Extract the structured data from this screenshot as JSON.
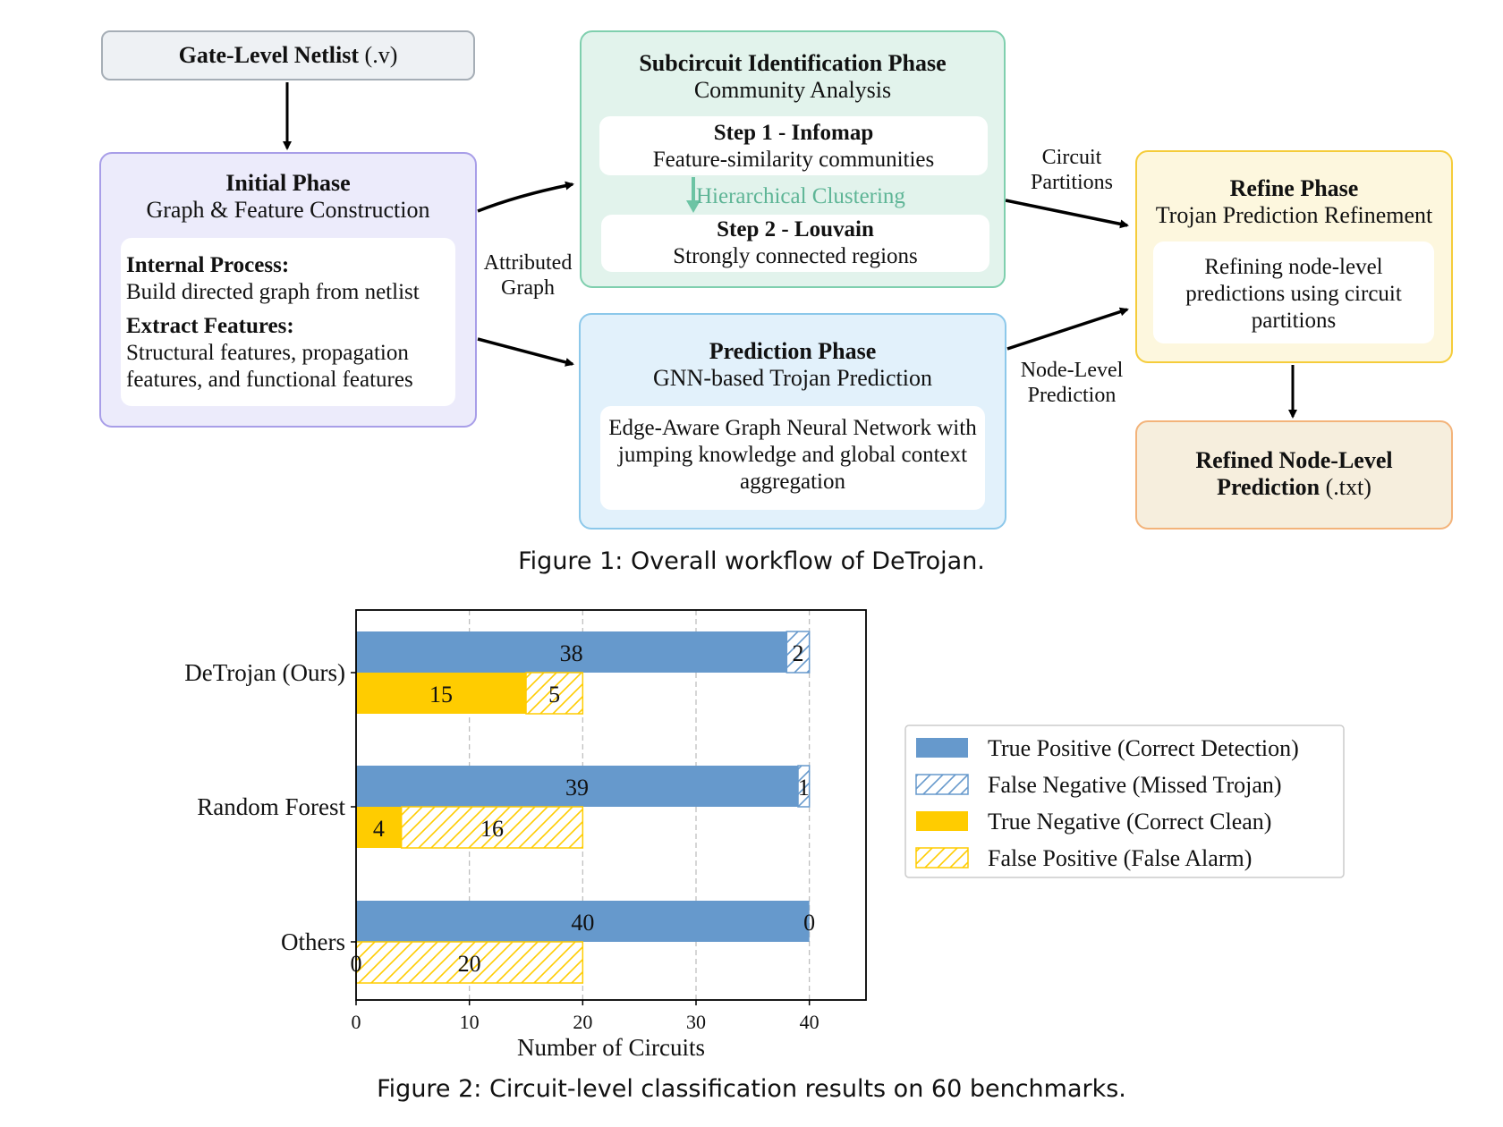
{
  "figure1": {
    "caption": "Figure 1: Overall workflow of DeTrojan.",
    "netlist": "Gate-Level Netlist (.v)",
    "netlist_bold": "Gate-Level Netlist",
    "netlist_rest": " (.v)",
    "initial": {
      "title": "Initial Phase",
      "subtitle": "Graph & Feature Construction",
      "internal_head": "Internal Process:",
      "internal_text": "Build directed graph from netlist",
      "extract_head": "Extract Features:",
      "extract_text_1": "Structural features, propagation",
      "extract_text_2": "features, and functional features"
    },
    "subcircuit": {
      "title": "Subcircuit Identification Phase",
      "subtitle": "Community Analysis",
      "step1_title": "Step 1 - Infomap",
      "step1_text": "Feature-similarity communities",
      "clustering": "Hierarchical Clustering",
      "step2_title": "Step 2 - Louvain",
      "step2_text": "Strongly connected regions"
    },
    "prediction": {
      "title": "Prediction Phase",
      "subtitle": "GNN-based Trojan Prediction",
      "text_1": "Edge-Aware Graph Neural Network with",
      "text_2": "jumping knowledge and global context",
      "text_3": "aggregation"
    },
    "refine": {
      "title": "Refine Phase",
      "subtitle": "Trojan Prediction Refinement",
      "text_1": "Refining node-level",
      "text_2": "predictions using circuit",
      "text_3": "partitions"
    },
    "output": {
      "line1": "Refined Node-Level",
      "line2_bold": "Prediction",
      "line2_rest": " (.txt)"
    },
    "edge_labels": {
      "attributed_1": "Attributed",
      "attributed_2": "Graph",
      "circuit_1": "Circuit",
      "circuit_2": "Partitions",
      "node_1": "Node-Level",
      "node_2": "Prediction"
    },
    "colors": {
      "netlist": "#eef1f4",
      "initial": "#ecebfb",
      "subcircuit": "#e2f3ec",
      "prediction": "#e2f1fb",
      "refine": "#fdf7de",
      "output": "#f6eedd"
    }
  },
  "figure2": {
    "caption": "Figure 2: Circuit-level classification results on 60 benchmarks.",
    "chart_data": {
      "type": "bar",
      "orientation": "horizontal",
      "stacked": true,
      "categories": [
        "DeTrojan (Ours)",
        "Random Forest",
        "Others"
      ],
      "xlabel": "Number of Circuits",
      "xlim": [
        0,
        45
      ],
      "xticks": [
        0,
        10,
        20,
        30,
        40
      ],
      "grid": "vertical dashed",
      "legend_position": "right",
      "series": [
        {
          "name": "True Positive (Correct Detection)",
          "values": [
            38,
            39,
            40
          ],
          "color": "#6699cc",
          "hatch": false,
          "row": "top"
        },
        {
          "name": "False Negative (Missed Trojan)",
          "values": [
            2,
            1,
            0
          ],
          "color": "#6699cc",
          "hatch": true,
          "row": "top"
        },
        {
          "name": "True Negative (Correct Clean)",
          "values": [
            15,
            4,
            0
          ],
          "color": "#ffcc00",
          "hatch": false,
          "row": "bottom"
        },
        {
          "name": "False Positive (False Alarm)",
          "values": [
            5,
            16,
            20
          ],
          "color": "#ffcc00",
          "hatch": true,
          "row": "bottom"
        }
      ]
    }
  }
}
